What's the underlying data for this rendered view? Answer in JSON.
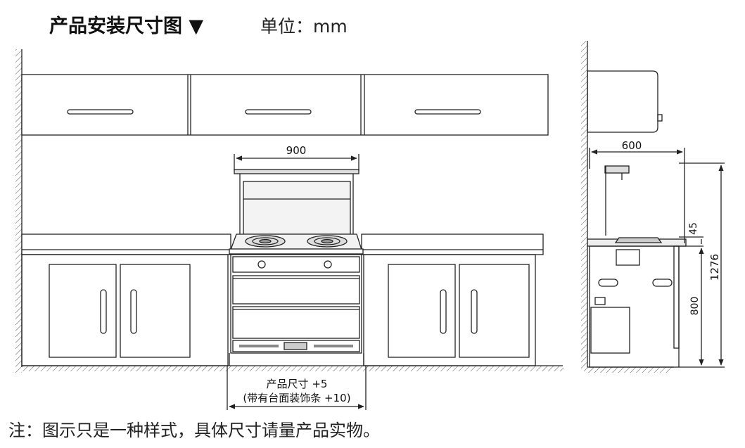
{
  "header": {
    "title": "产品安装尺寸图 ▼",
    "unit": "单位：mm"
  },
  "front_view": {
    "width_dim": "900",
    "gap_label_line1": "产品尺寸 +5",
    "gap_label_line2": "(带有台面装饰条 +10)"
  },
  "side_view": {
    "depth_dim": "600",
    "offset_dim": "45",
    "counter_height_dim": "800",
    "total_height_dim": "1276"
  },
  "footer": {
    "note": "注：图示只是一种样式，具体尺寸请量产品实物。"
  },
  "colors": {
    "line": "#222222",
    "shade": "#e6e6e6"
  }
}
